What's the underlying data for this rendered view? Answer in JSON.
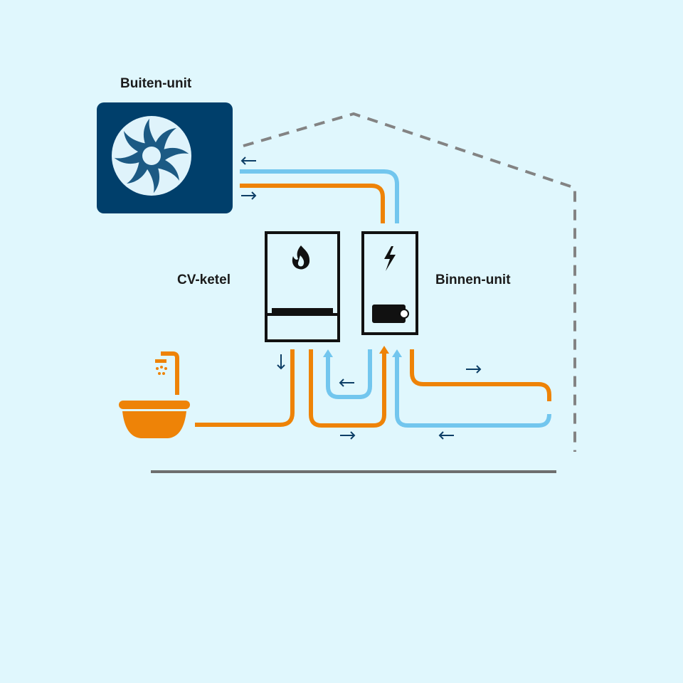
{
  "labels": {
    "outdoor_unit": "Buiten-unit",
    "boiler": "CV-ketel",
    "indoor_unit": "Binnen-unit"
  },
  "colors": {
    "background": "#e0f7fd",
    "hot_pipe": "#ee8307",
    "cold_pipe": "#72c6ee",
    "unit_navy": "#003f6b",
    "fan_blade": "#1c5a84",
    "arrow": "#0d3e66",
    "house_outline": "#838383",
    "floor_line": "#6e6e6e",
    "appliance_outline": "#111111"
  },
  "icons": {
    "outdoor_fan": "fan-icon",
    "boiler": "flame-icon",
    "indoor_unit": "lightning-icon",
    "indoor_display": "display-icon",
    "tap": "shower-icon",
    "basin": "bathtub-icon",
    "heating": "floor-heating-icon"
  }
}
